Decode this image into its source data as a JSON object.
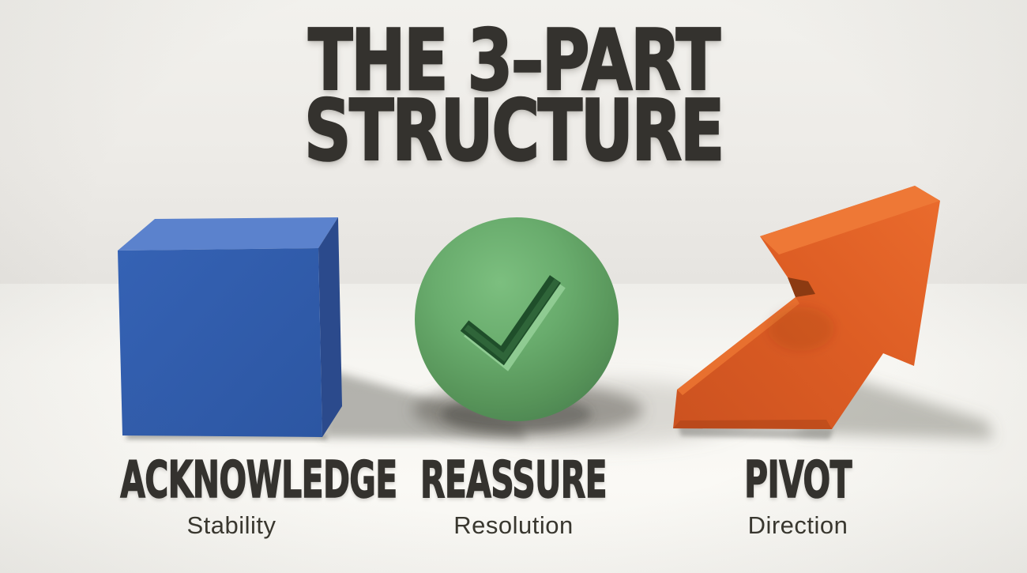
{
  "title": {
    "line1": "THE 3–PART",
    "line2": "STRUCTURE",
    "color": "#34322e"
  },
  "steps": [
    {
      "id": "acknowledge",
      "label": "ACKNOWLEDGE",
      "sublabel": "Stability",
      "shape": "cube",
      "color": "#2f5cab"
    },
    {
      "id": "reassure",
      "label": "REASSURE",
      "sublabel": "Resolution",
      "shape": "sphere-checkmark",
      "color": "#64a96a"
    },
    {
      "id": "pivot",
      "label": "PIVOT",
      "sublabel": "Direction",
      "shape": "arrow-up-right",
      "color": "#d9571f"
    }
  ],
  "colors": {
    "wall": "#edebe7",
    "floor": "#f8f7f3",
    "title_text": "#34322e",
    "sublabel_text": "#39372f",
    "cube_front": "#2f5cab",
    "cube_top": "#5b82cd",
    "cube_side": "#2b4a8c",
    "sphere_light": "#7cbf7f",
    "sphere_base": "#69ac6d",
    "sphere_mid": "#579459",
    "sphere_dark": "#49804f",
    "check_rim": "#8fcb92",
    "check_dark": "#1f4e2a",
    "check_floor": "#2f6539",
    "arrow_dark": "#cc5220",
    "arrow_main": "#dd5d24",
    "arrow_bright": "#e96a2c",
    "arrow_light": "#ee7836",
    "arrow_recess": "#8c3a12"
  }
}
